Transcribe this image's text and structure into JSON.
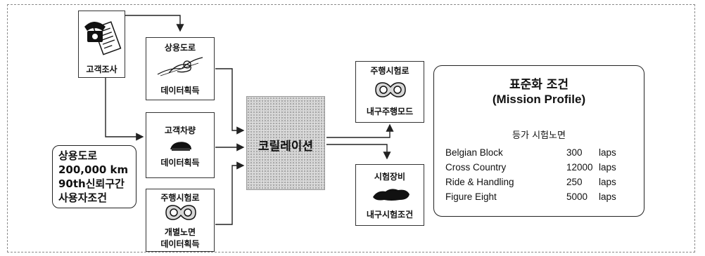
{
  "customer_survey": {
    "label": "고객조사"
  },
  "inputs": {
    "road": {
      "title": "상용도로",
      "caption": "데이터획득"
    },
    "vehicle": {
      "title": "고객차량",
      "caption": "데이터획득"
    },
    "proving": {
      "title": "주행시험로",
      "caption1": "개별노면",
      "caption2": "데이터획득"
    }
  },
  "user_conditions": {
    "lines": [
      "상용도로",
      "200,000 km",
      "90th신뢰구간",
      "사용자조건"
    ]
  },
  "correlation": {
    "label": "코릴레이션"
  },
  "outputs": {
    "track": {
      "title": "주행시험로",
      "caption": "내구주행모드"
    },
    "rig": {
      "title": "시험장비",
      "caption": "내구시험조건"
    }
  },
  "mission_profile": {
    "title": "표준화 조건",
    "subtitle": "(Mission Profile)",
    "section": "등가 시험노면",
    "rows": [
      {
        "name": "Belgian Block",
        "value": "300",
        "unit": "laps"
      },
      {
        "name": "Cross Country",
        "value": "12000",
        "unit": "laps"
      },
      {
        "name": "Ride & Handling",
        "value": "250",
        "unit": "laps"
      },
      {
        "name": "Figure Eight",
        "value": "5000",
        "unit": "laps"
      }
    ]
  }
}
